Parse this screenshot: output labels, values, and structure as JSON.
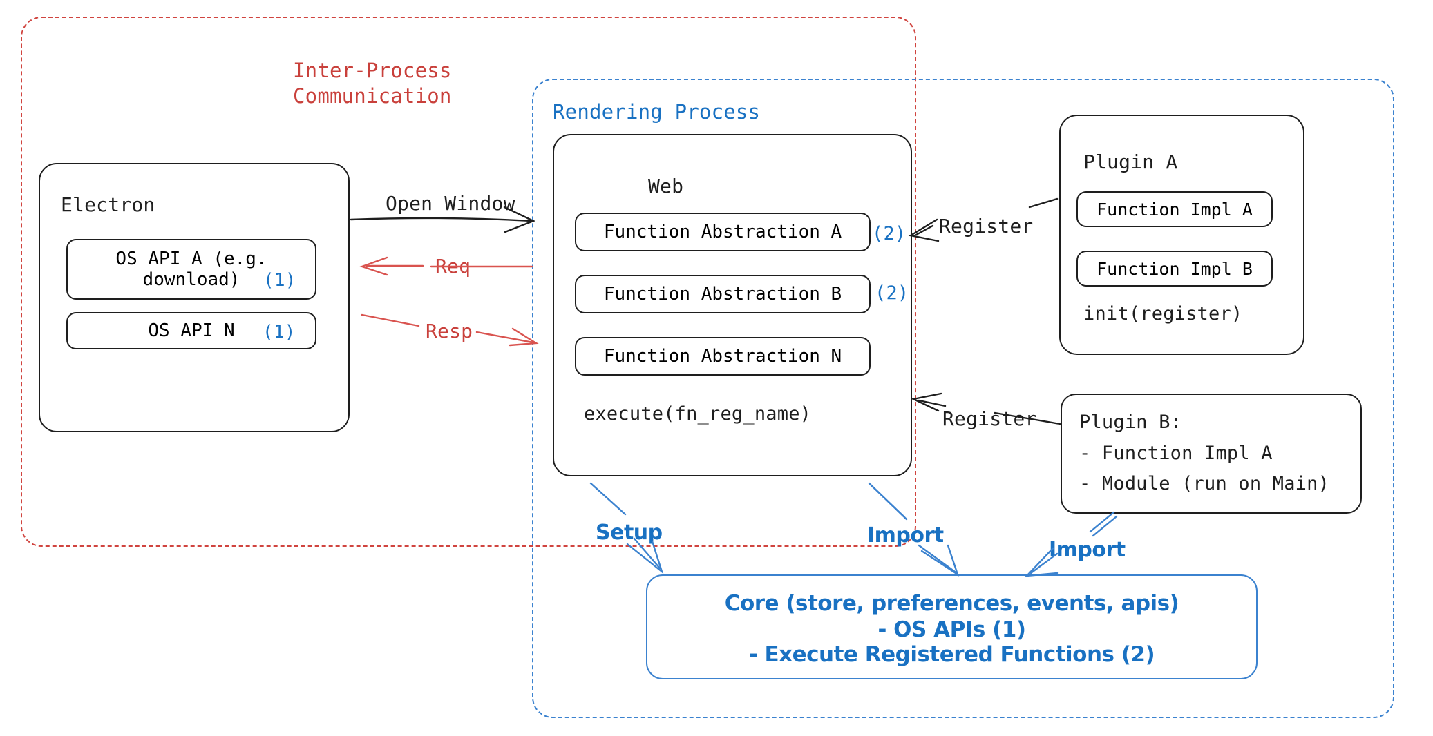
{
  "diagram": {
    "title_hidden": "Electron plugin architecture",
    "regions": [
      {
        "id": "ipc",
        "label": "Inter-Process\nCommunication",
        "color": "#c9403b",
        "style": "dashed"
      },
      {
        "id": "rendering",
        "label": "Rendering Process",
        "color": "#1971c2",
        "style": "dashed"
      }
    ],
    "electron": {
      "title": "Electron",
      "items": [
        {
          "label": "OS API A (e.g.\ndownload)",
          "marker": "(1)"
        },
        {
          "label": "OS API N",
          "marker": "(1)"
        }
      ]
    },
    "web": {
      "title": "Web",
      "items": [
        {
          "label": "Function Abstraction A",
          "marker": "(2)"
        },
        {
          "label": "Function Abstraction B",
          "marker": "(2)"
        },
        {
          "label": "Function Abstraction N",
          "marker": ""
        }
      ],
      "footer": "execute(fn_reg_name)"
    },
    "plugin_a": {
      "title": "Plugin A",
      "items": [
        {
          "label": "Function Impl A"
        },
        {
          "label": "Function Impl B"
        }
      ],
      "footer": "init(register)"
    },
    "plugin_b": {
      "lines": [
        "Plugin B:",
        "- Function Impl A",
        "- Module (run on Main)"
      ]
    },
    "core": {
      "lines": [
        "Core (store, preferences, events, apis)",
        "- OS APIs (1)",
        "- Execute Registered Functions (2)"
      ],
      "color": "#1971c2"
    },
    "arrows": [
      {
        "id": "open-window",
        "label": "Open Window",
        "color": "#1e1e1e"
      },
      {
        "id": "req",
        "label": "Req",
        "color": "#c9403b"
      },
      {
        "id": "resp",
        "label": "Resp",
        "color": "#c9403b"
      },
      {
        "id": "register-a",
        "label": "Register",
        "color": "#1e1e1e"
      },
      {
        "id": "register-b",
        "label": "Register",
        "color": "#1e1e1e"
      },
      {
        "id": "setup",
        "label": "Setup",
        "color": "#1971c2"
      },
      {
        "id": "import-web",
        "label": "Import",
        "color": "#1971c2"
      },
      {
        "id": "import-plugin",
        "label": "Import",
        "color": "#1971c2"
      }
    ]
  }
}
